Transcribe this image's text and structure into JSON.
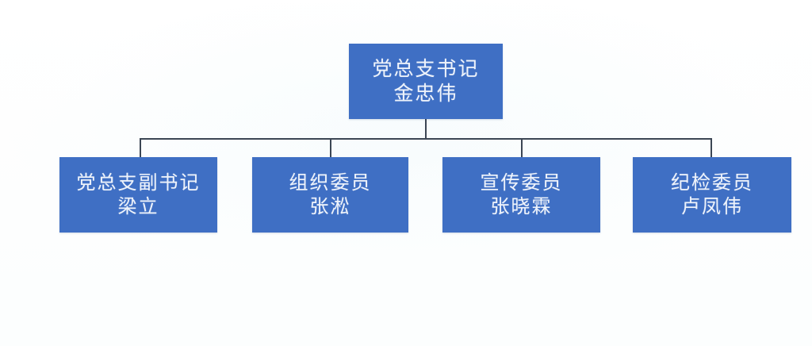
{
  "chart_data": {
    "type": "diagram",
    "diagram_type": "organization-chart",
    "title": "",
    "orientation": "top-down",
    "levels": 2,
    "node_fill_color": "#3f6fc4",
    "node_text_color": "#eef3fb",
    "connector_color": "#3c4654",
    "background_color": "#ffffff",
    "nodes": [
      {
        "id": "root",
        "level": 0,
        "title": "党总支书记",
        "person": "金忠伟",
        "parent": null
      },
      {
        "id": "child-0",
        "level": 1,
        "title": "党总支副书记",
        "person": "梁立",
        "parent": "root"
      },
      {
        "id": "child-1",
        "level": 1,
        "title": "组织委员",
        "person": "张淞",
        "parent": "root"
      },
      {
        "id": "child-2",
        "level": 1,
        "title": "宣传委员",
        "person": "张晓霖",
        "parent": "root"
      },
      {
        "id": "child-3",
        "level": 1,
        "title": "纪检委员",
        "person": "卢凤伟",
        "parent": "root"
      }
    ],
    "edges": [
      {
        "from": "root",
        "to": "child-0"
      },
      {
        "from": "root",
        "to": "child-1"
      },
      {
        "from": "root",
        "to": "child-2"
      },
      {
        "from": "root",
        "to": "child-3"
      }
    ]
  }
}
